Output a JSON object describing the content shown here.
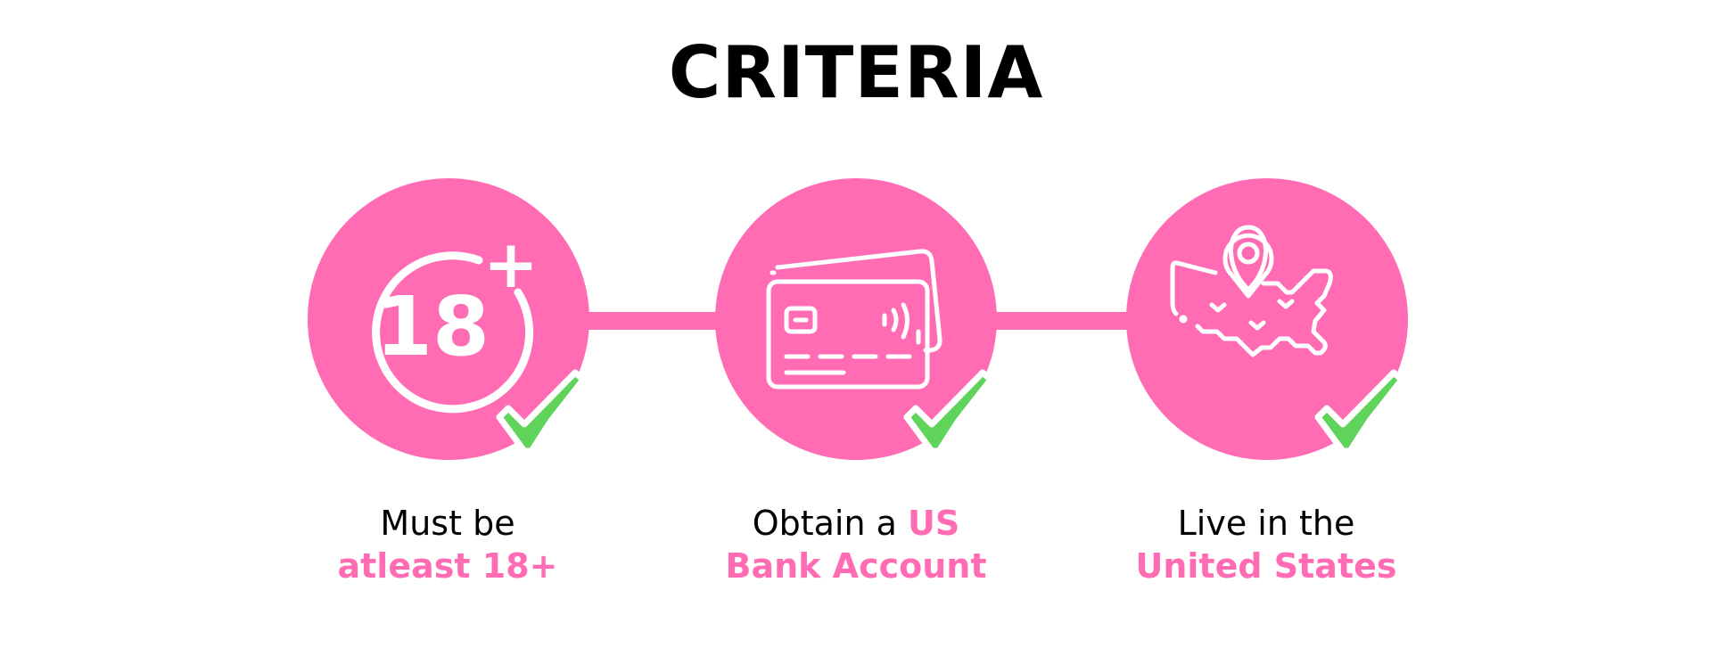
{
  "title": "CRITERIA",
  "colors": {
    "accent": "#ff6cb4",
    "check": "#5fd35a",
    "text": "#000000",
    "background": "#ffffff"
  },
  "criteria": [
    {
      "icon": "age-18-plus-icon",
      "line1_plain": "Must be",
      "line1_highlight": "",
      "line2_highlight": "atleast 18+",
      "icon_text": "18",
      "icon_plus": "+"
    },
    {
      "icon": "bank-card-icon",
      "line1_plain": "Obtain a ",
      "line1_highlight": "US",
      "line2_highlight": "Bank Account"
    },
    {
      "icon": "us-map-pin-icon",
      "line1_plain": "Live in the",
      "line1_highlight": "",
      "line2_highlight": "United States"
    }
  ]
}
